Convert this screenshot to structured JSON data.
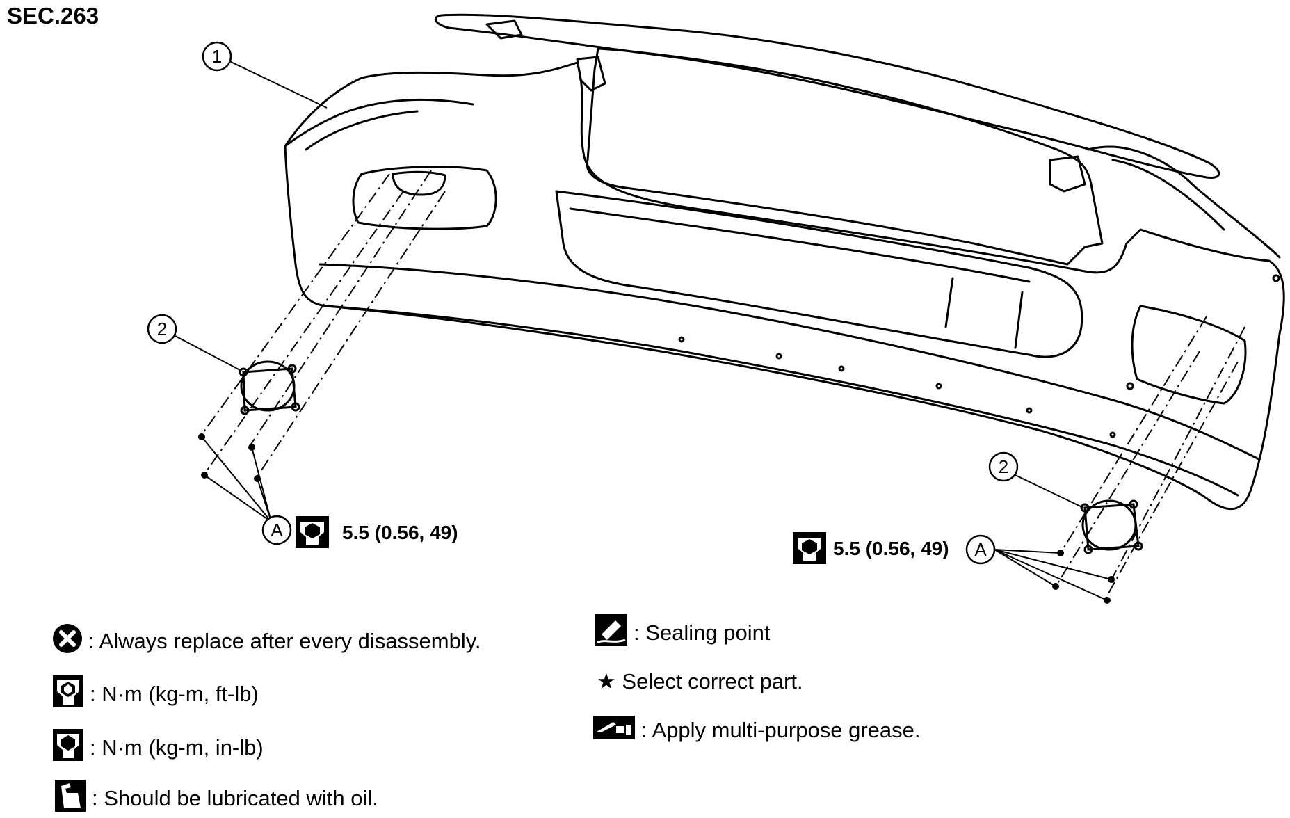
{
  "section": "SEC.263",
  "callouts": {
    "bumper_fascia": "1",
    "fog_lamp_left": "2",
    "fog_lamp_right": "2",
    "screw_left": "A",
    "screw_right": "A"
  },
  "torque": {
    "left": "5.5 (0.56, 49)",
    "right": "5.5 (0.56, 49)"
  },
  "legend": {
    "replace": ": Always replace after every disassembly.",
    "torque_ftlb": ": N·m (kg-m, ft-lb)",
    "torque_inlb": ": N·m (kg-m, in-lb)",
    "oil": ": Should be lubricated with oil.",
    "sealing": ": Sealing point",
    "star": "★ Select correct part.",
    "grease": ": Apply multi-purpose grease."
  },
  "icons": {
    "replace": "x-circle-icon",
    "torque_ftlb": "wrench-outline-icon",
    "torque_inlb": "wrench-solid-icon",
    "oil": "oil-can-icon",
    "sealing": "sealing-icon",
    "grease": "grease-gun-icon"
  }
}
